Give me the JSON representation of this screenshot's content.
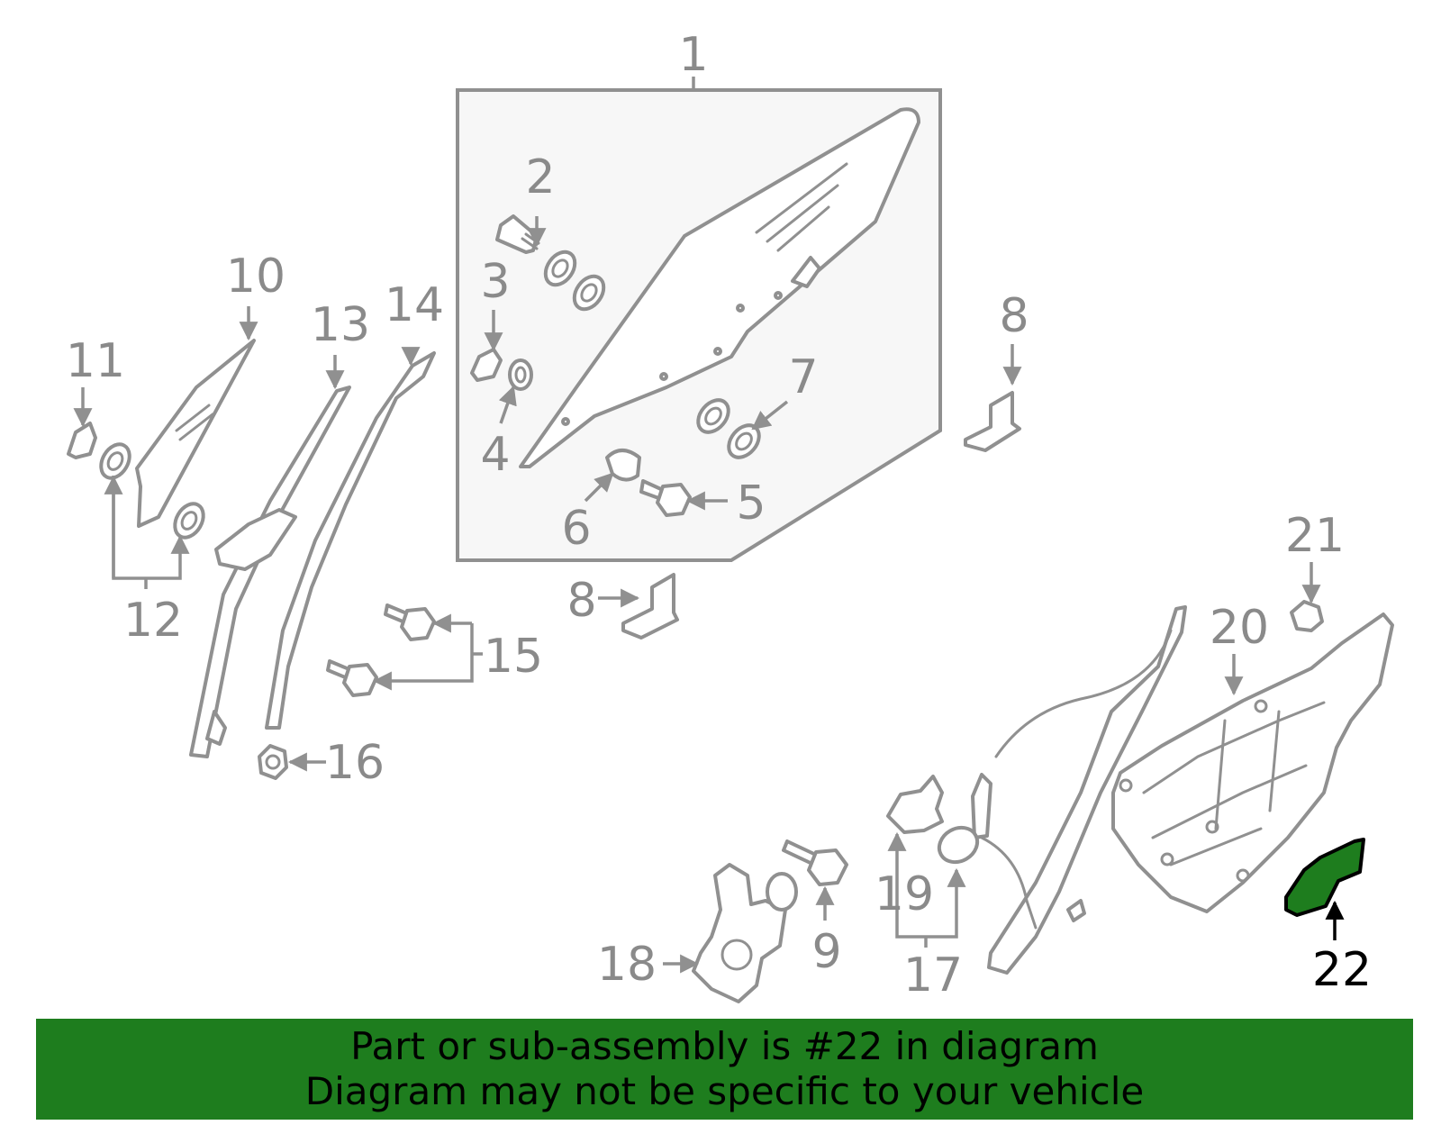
{
  "colors": {
    "parts": "#909090",
    "labels": "#8a8a8a",
    "highlight_fill": "#1e7d1e",
    "highlight_label": "#000000",
    "banner_bg": "#1e7d1e",
    "banner_text": "#000000"
  },
  "highlighted_part": "22",
  "callouts": {
    "c1": "1",
    "c2": "2",
    "c3": "3",
    "c4": "4",
    "c5": "5",
    "c6": "6",
    "c7": "7",
    "c8a": "8",
    "c8b": "8",
    "c9": "9",
    "c10": "10",
    "c11": "11",
    "c12": "12",
    "c13": "13",
    "c14": "14",
    "c15": "15",
    "c16": "16",
    "c17": "17",
    "c18": "18",
    "c19": "19",
    "c20": "20",
    "c21": "21",
    "c22": "22"
  },
  "banner": {
    "line1": "Part or sub-assembly is #22 in diagram",
    "line2": "Diagram may not be specific to your vehicle"
  }
}
